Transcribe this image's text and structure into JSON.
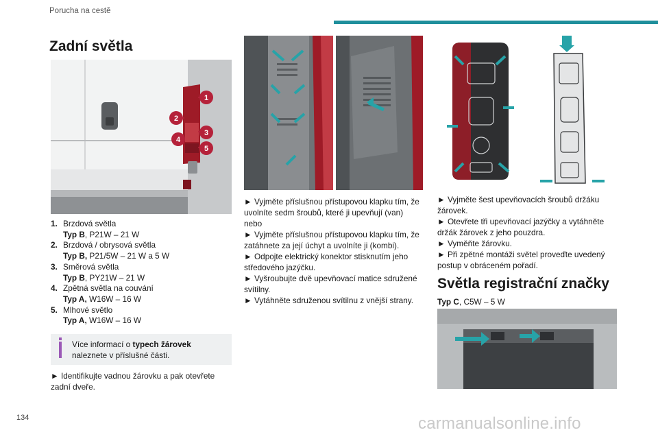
{
  "header": {
    "section": "Porucha na cestě"
  },
  "page_number": "134",
  "watermark": "carmanualsonline.info",
  "left": {
    "title": "Zadní světla",
    "legend": [
      {
        "num": "1.",
        "label": "Brzdová světla",
        "type": "Typ B",
        "spec": ", P21W – 21 W"
      },
      {
        "num": "2.",
        "label": "Brzdová / obrysová světla",
        "type": "Typ B,",
        "spec": " P21/5W – 21 W a 5 W"
      },
      {
        "num": "3.",
        "label": "Směrová světla",
        "type": "Typ B",
        "spec": ", PY21W – 21 W"
      },
      {
        "num": "4.",
        "label": "Zpětná světla na couvání",
        "type": "Typ A,",
        "spec": " W16W – 16 W"
      },
      {
        "num": "5.",
        "label": "Mlhové světlo",
        "type": "Typ A,",
        "spec": " W16W – 16 W"
      }
    ],
    "info": {
      "prefix": "Více informací o ",
      "bold": "typech žárovek",
      "suffix": " naleznete v příslušné části."
    },
    "step": "► Identifikujte vadnou žárovku a pak otevřete zadní dveře."
  },
  "middle": {
    "steps": [
      "► Vyjměte příslušnou přístupovou klapku tím, že uvolníte sedm šroubů, které ji upevňují (van)",
      "nebo",
      "► Vyjměte příslušnou přístupovou klapku tím, že zatáhnete za její úchyt a uvolníte ji (kombi).",
      "► Odpojte elektrický konektor stisknutím jeho středového jazýčku.",
      "► Vyšroubujte dvě upevňovací matice sdružené svítilny.",
      "► Vytáhněte sdruženou svítilnu z vnější strany."
    ]
  },
  "right": {
    "steps": [
      "► Vyjměte šest upevňovacích šroubů držáku žárovek.",
      "► Otevřete tři upevňovací jazýčky a vytáhněte držák žárovek z jeho pouzdra.",
      "► Vyměňte žárovku.",
      "► Při zpětné montáži světel proveďte uvedený postup v obráceném pořadí."
    ],
    "title2": "Světla registrační značky",
    "plate_type": "Typ C",
    "plate_spec": ", C5W – 5 W"
  },
  "figure_labels": [
    "1",
    "2",
    "3",
    "4",
    "5"
  ],
  "colors": {
    "accent": "#1f8f9c",
    "callout": "#b5223a",
    "lamp": "#9e1b27",
    "info": "#9b59b6",
    "arrow": "#27a3a8"
  }
}
